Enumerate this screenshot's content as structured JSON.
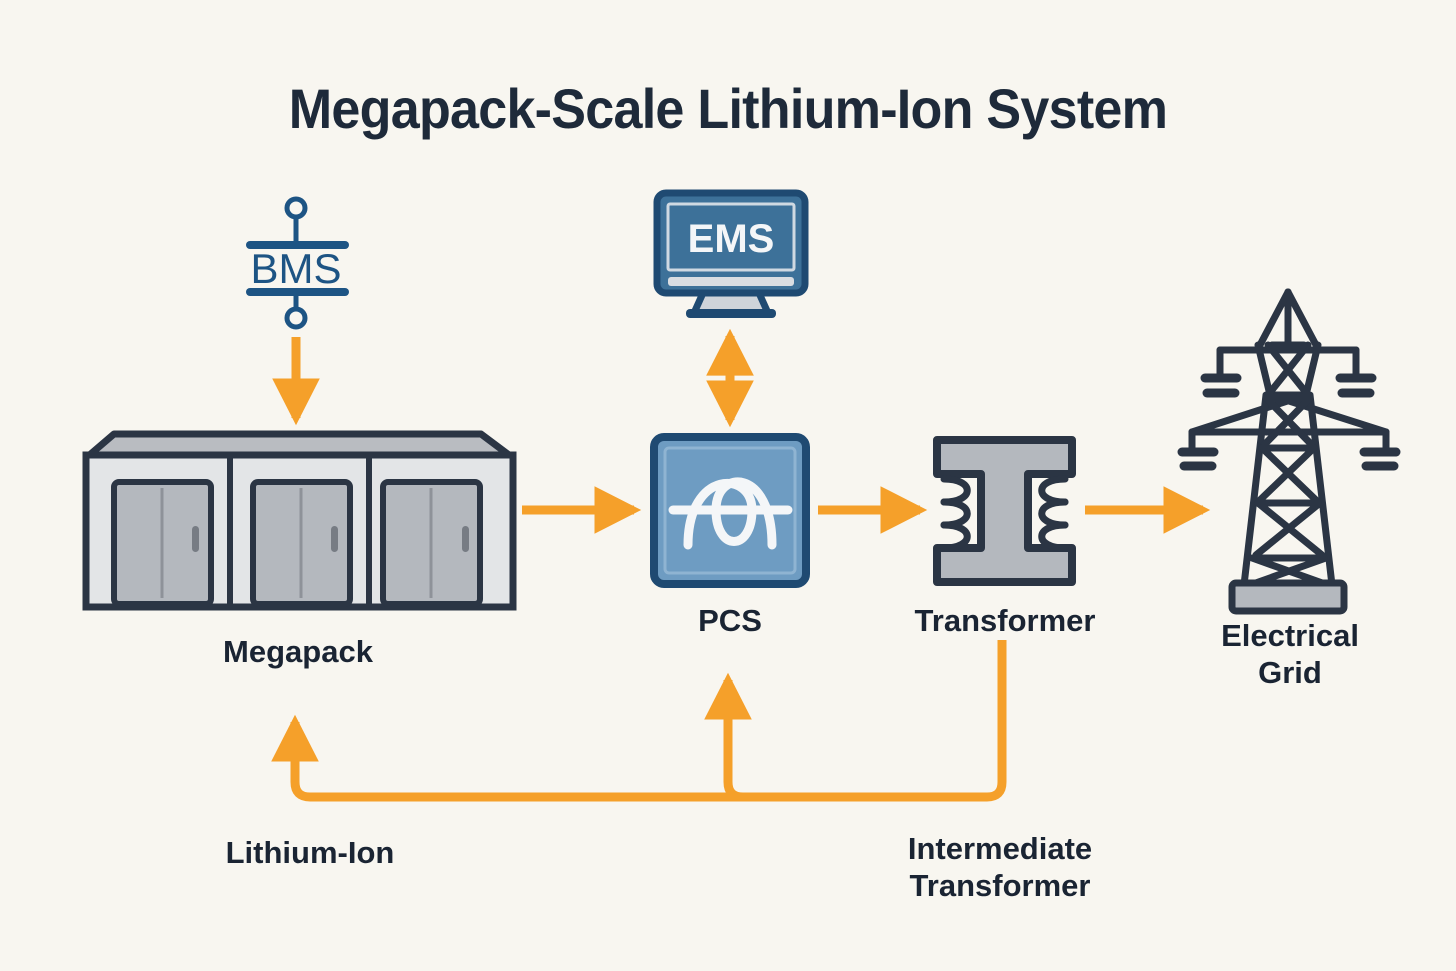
{
  "title": "Megapack-Scale Lithium-Ion System",
  "palette": {
    "background": "#f8f6f0",
    "ink": "#2b3544",
    "ink_text": "#1a2433",
    "title_ink": "#1e2a3a",
    "arrow_orange": "#f5a02a",
    "pcs_blue": "#6e9cc2",
    "pcs_border": "#1f4a72",
    "ems_screen": "#3d7199",
    "ems_border": "#1f4a72",
    "bms_blue": "#1d5484",
    "metal_light": "#e3e5e7",
    "metal_mid": "#b9bcc1",
    "metal_dark": "#9fa3a9"
  },
  "nodes": [
    {
      "id": "bms",
      "label": "BMS",
      "icon": "battery-management-capacitor-icon"
    },
    {
      "id": "ems",
      "label": "EMS",
      "icon": "monitor-screen-icon"
    },
    {
      "id": "megapack",
      "label": "Megapack",
      "icon": "battery-enclosure-icon"
    },
    {
      "id": "pcs",
      "label": "PCS",
      "icon": "inverter-sine-wave-icon"
    },
    {
      "id": "transformer",
      "label": "Transformer",
      "icon": "transformer-coil-icon"
    },
    {
      "id": "grid",
      "label": "Electrical Grid",
      "icon": "transmission-tower-icon"
    }
  ],
  "labels": {
    "megapack": "Megapack",
    "pcs": "PCS",
    "transformer": "Transformer",
    "grid_line1": "Electrical",
    "grid_line2": "Grid",
    "bms": "BMS",
    "ems": "EMS",
    "lithium_ion": "Lithium-Ion",
    "intermediate_line1": "Intermediate",
    "intermediate_line2": "Transformer"
  },
  "connections": [
    {
      "id": "bms-to-megapack",
      "from": "bms",
      "to": "megapack",
      "direction": "down",
      "style": "solid-arrow"
    },
    {
      "id": "megapack-to-pcs",
      "from": "megapack",
      "to": "pcs",
      "direction": "right",
      "style": "solid-arrow"
    },
    {
      "id": "ems-to-pcs",
      "from": "ems",
      "to": "pcs",
      "direction": "bidirectional",
      "style": "double-arrow"
    },
    {
      "id": "pcs-to-transformer",
      "from": "pcs",
      "to": "transformer",
      "direction": "right",
      "style": "solid-arrow"
    },
    {
      "id": "transformer-to-grid",
      "from": "transformer",
      "to": "grid",
      "direction": "right",
      "style": "solid-arrow"
    },
    {
      "id": "feedback-to-pcs",
      "from": "transformer",
      "to": "pcs",
      "direction": "up",
      "style": "routed-feedback"
    },
    {
      "id": "feedback-to-megapack",
      "from": "transformer",
      "to": "megapack",
      "direction": "up",
      "style": "routed-feedback"
    }
  ]
}
